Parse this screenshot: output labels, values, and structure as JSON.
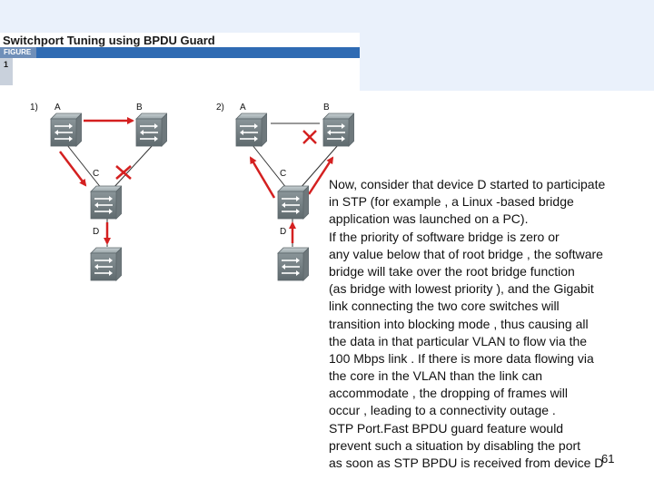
{
  "header": {
    "title": "Switchport Tuning using BPDU Guard",
    "figure_tab": "FIGURE",
    "figure_number": "1"
  },
  "diagram": {
    "scenario1_label": "1)",
    "scenario2_label": "2)",
    "switches": [
      "A",
      "B",
      "C",
      "D"
    ]
  },
  "body": {
    "lines": [
      "Now, consider that device   D started  to  participate",
      " in  STP (for  example , a Linux -based bridge",
      "application   was launched  on a PC).",
      "If the priority of software bridge is      zero  or",
      "any value below that of root bridge     , the software",
      " bridge  will  take over the root bridge function",
      "(as bridge with lowest priority    ), and the Gigabit",
      "link connecting the two core switches       will",
      "transition into blocking mode     , thus causing all",
      "the  data  in that particular   VLAN to  flow  via  the",
      "100 Mbps link  . If there is more   data flowing  via",
      "the core in the   VLAN than the link can",
      "accommodate  , the dropping of frames     will",
      "occur  , leading  to a  connectivity outage    .",
      "STP Port.Fast  BPDU guard feature would",
      "prevent such   a situation   by disabling the    port",
      "as soon  as STP BPDU  is received from device    D"
    ]
  },
  "page": {
    "number": "61"
  },
  "colors": {
    "accent": "#2f6bb3",
    "arrow": "#d42020",
    "switch": "#8a9396"
  }
}
